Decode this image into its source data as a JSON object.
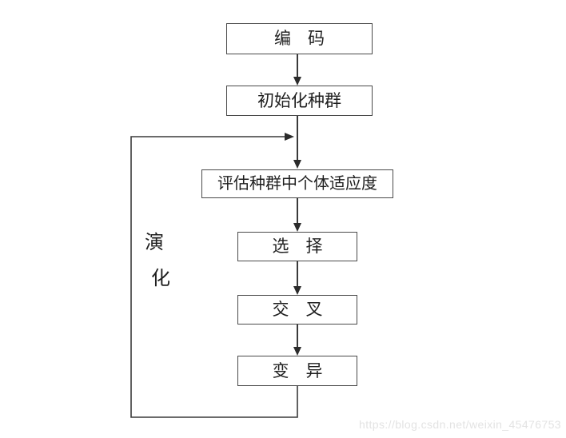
{
  "diagram": {
    "type": "flowchart",
    "nodes": [
      {
        "id": "encode",
        "label": "编　码"
      },
      {
        "id": "init",
        "label": "初始化种群"
      },
      {
        "id": "evaluate",
        "label": "评估种群中个体适应度"
      },
      {
        "id": "selection",
        "label": "选　择"
      },
      {
        "id": "crossover",
        "label": "交　叉"
      },
      {
        "id": "mutation",
        "label": "变　异"
      }
    ],
    "edges": [
      "编码 → 初始化种群",
      "初始化种群 → 评估种群中个体适应度",
      "评估种群中个体适应度 → 选择",
      "选择 → 交叉",
      "交叉 → 变异",
      "变异 → 评估种群中个体适应度 (循环回路)"
    ],
    "loop_label": [
      "演",
      "化"
    ]
  },
  "watermark": {
    "text": "https://blog.csdn.net/weixin_45476753"
  },
  "colors": {
    "background": "#ffffff",
    "line": "#3a3a3a",
    "arrowhead": "#2b2b2b",
    "box_border": "#4a4a4a",
    "text": "#1f1f1f",
    "watermark": "#e3e3e3"
  }
}
